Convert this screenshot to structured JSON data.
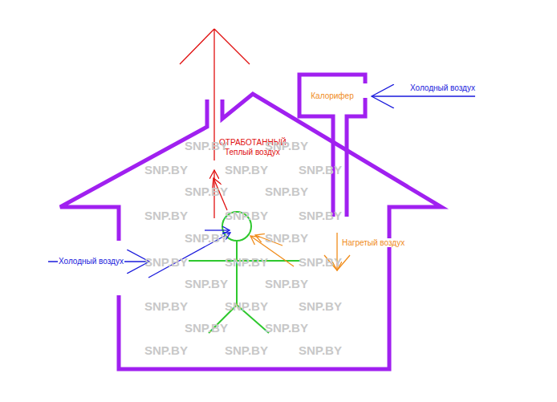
{
  "diagram": {
    "nodes": [
      {
        "text": [
          "Калорифер"
        ]
      }
    ],
    "labels": [
      "Холодный воздух",
      "ОТРАБОТАННЫЙ",
      "Теплый воздух",
      "Нагретый воздух",
      "Холодный воздух",
      "SNP.BY",
      "SNP.BY",
      "SNP.BY",
      "SNP.BY",
      "SNP.BY",
      "SNP.BY",
      "SNP.BY",
      "SNP.BY",
      "SNP.BY",
      "SNP.BY",
      "SNP.BY",
      "SNP.BY",
      "SNP.BY",
      "SNP.BY",
      "SNP.BY",
      "SNP.BY",
      "SNP.BY",
      "SNP.BY",
      "SNP.BY",
      "SNP.BY",
      "SNP.BY",
      "SNP.BY",
      "SNP.BY",
      "SNP.BY",
      "SNP.BY"
    ]
  }
}
